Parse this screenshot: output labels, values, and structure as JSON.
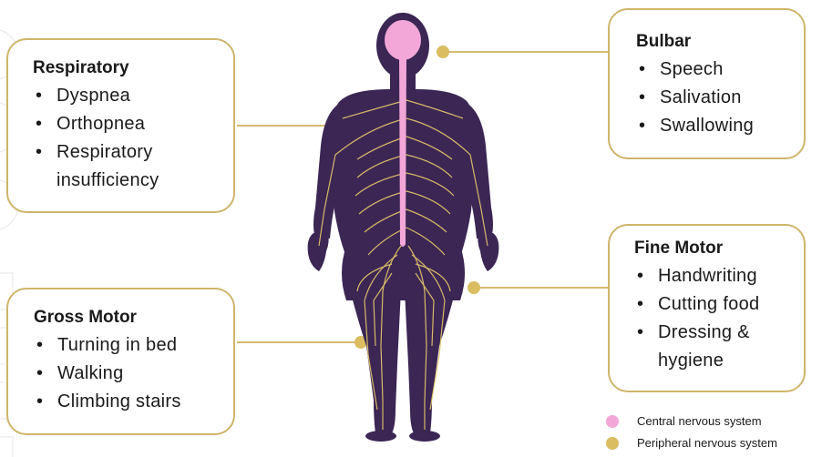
{
  "colors": {
    "gold": "#cfb56b",
    "body_purple": "#3b2654",
    "cns_pink": "#f2a7d8",
    "pns_yellow": "#e7c96a"
  },
  "figure": "human-body-nervous-system-icon",
  "boxes": {
    "respiratory": {
      "title": "Respiratory",
      "items": [
        "Dyspnea",
        "Orthopnea",
        "Respiratory",
        "insufficiency"
      ]
    },
    "bulbar": {
      "title": "Bulbar",
      "items": [
        "Speech",
        "Salivation",
        "Swallowing"
      ]
    },
    "gross_motor": {
      "title": "Gross Motor",
      "items": [
        "Turning in bed",
        "Walking",
        "Climbing stairs"
      ]
    },
    "fine_motor": {
      "title": "Fine Motor",
      "items": [
        "Handwriting",
        "Cutting food",
        "Dressing &",
        "hygiene"
      ]
    }
  },
  "legend": {
    "central": "Central nervous system",
    "peripheral": "Peripheral nervous system"
  }
}
